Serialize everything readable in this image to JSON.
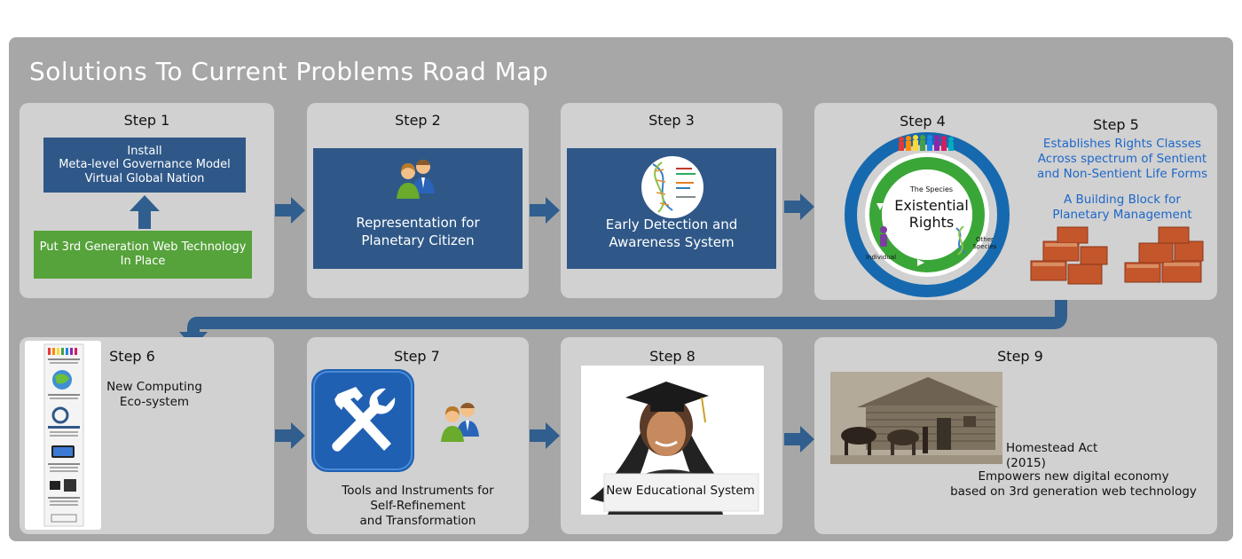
{
  "title": "Solutions To Current Problems Road Map",
  "steps": {
    "s1": {
      "title": "Step 1",
      "top_lines": [
        "Install",
        "Meta-level Governance Model",
        "Virtual Global Nation"
      ],
      "bottom_lines": [
        "Put 3rd Generation Web Technology",
        "In Place"
      ]
    },
    "s2": {
      "title": "Step 2",
      "lines": [
        "Representation for",
        "Planetary Citizen"
      ]
    },
    "s3": {
      "title": "Step 3",
      "lines": [
        "Early Detection and",
        "Awareness System"
      ]
    },
    "s4": {
      "title": "Step 4",
      "center": [
        "Existential",
        "Rights"
      ],
      "species": "The Species",
      "individual": "Individual",
      "other": [
        "Other",
        "Species"
      ]
    },
    "s5": {
      "title": "Step 5",
      "lines_a": [
        "Establishes Rights Classes",
        "Across spectrum of Sentient",
        "and Non-Sentient Life Forms"
      ],
      "lines_b": [
        "A Building Block for",
        "Planetary Management"
      ]
    },
    "s6": {
      "title": "Step 6",
      "lines": [
        "New Computing",
        "Eco-system"
      ]
    },
    "s7": {
      "title": "Step 7",
      "lines": [
        "Tools and Instruments for",
        "Self-Refinement",
        "and Transformation"
      ]
    },
    "s8": {
      "title": "Step 8",
      "caption": "New Educational System"
    },
    "s9": {
      "title": "Step 9",
      "caption": "Homestead Act (2015)",
      "lines": [
        "Empowers new digital economy",
        "based on 3rd generation web technology"
      ]
    }
  },
  "colors": {
    "panel": "#d1d1d1",
    "background": "#a7a7a7",
    "blue": "#2f5888",
    "green": "#56a23b",
    "link_blue": "#1c67c9",
    "arrow": "#305e8e"
  }
}
